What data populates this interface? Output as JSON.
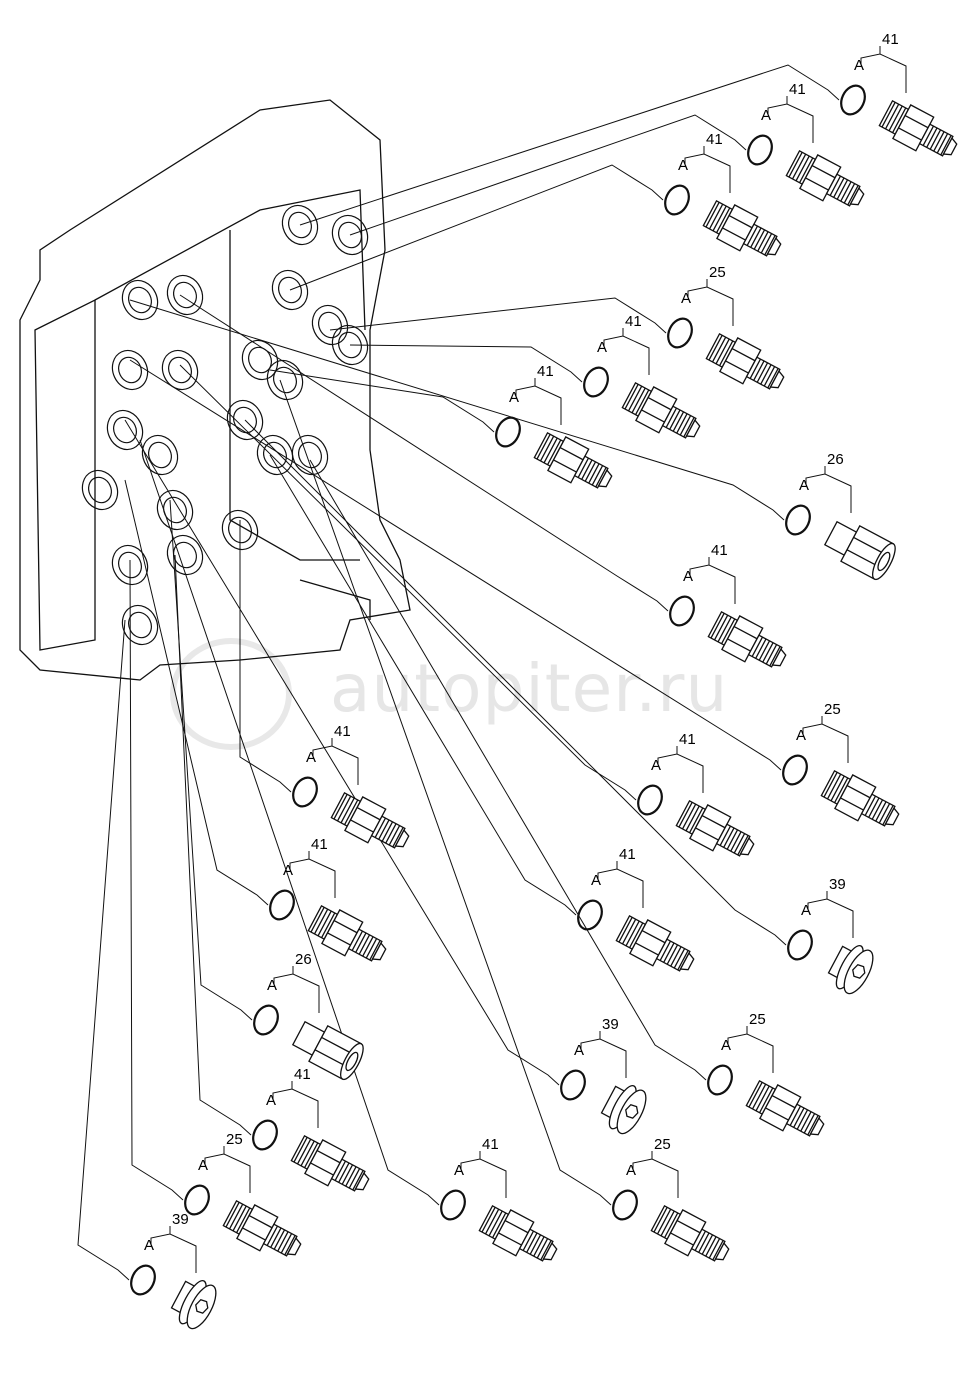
{
  "diagram": {
    "seal_label": "A",
    "watermark": "autopiter.ru",
    "callouts": [
      {
        "part": "41",
        "type": "adapter"
      },
      {
        "part": "41",
        "type": "adapter"
      },
      {
        "part": "41",
        "type": "adapter"
      },
      {
        "part": "25",
        "type": "adapter"
      },
      {
        "part": "41",
        "type": "adapter"
      },
      {
        "part": "41",
        "type": "adapter"
      },
      {
        "part": "26",
        "type": "nut"
      },
      {
        "part": "41",
        "type": "adapter"
      },
      {
        "part": "25",
        "type": "adapter"
      },
      {
        "part": "41",
        "type": "adapter"
      },
      {
        "part": "39",
        "type": "plug"
      },
      {
        "part": "41",
        "type": "adapter"
      },
      {
        "part": "25",
        "type": "adapter"
      },
      {
        "part": "39",
        "type": "plug"
      },
      {
        "part": "41",
        "type": "adapter"
      },
      {
        "part": "41",
        "type": "adapter"
      },
      {
        "part": "26",
        "type": "nut"
      },
      {
        "part": "41",
        "type": "adapter"
      },
      {
        "part": "25",
        "type": "adapter"
      },
      {
        "part": "39",
        "type": "plug"
      },
      {
        "part": "41",
        "type": "adapter"
      },
      {
        "part": "25",
        "type": "adapter"
      }
    ]
  }
}
